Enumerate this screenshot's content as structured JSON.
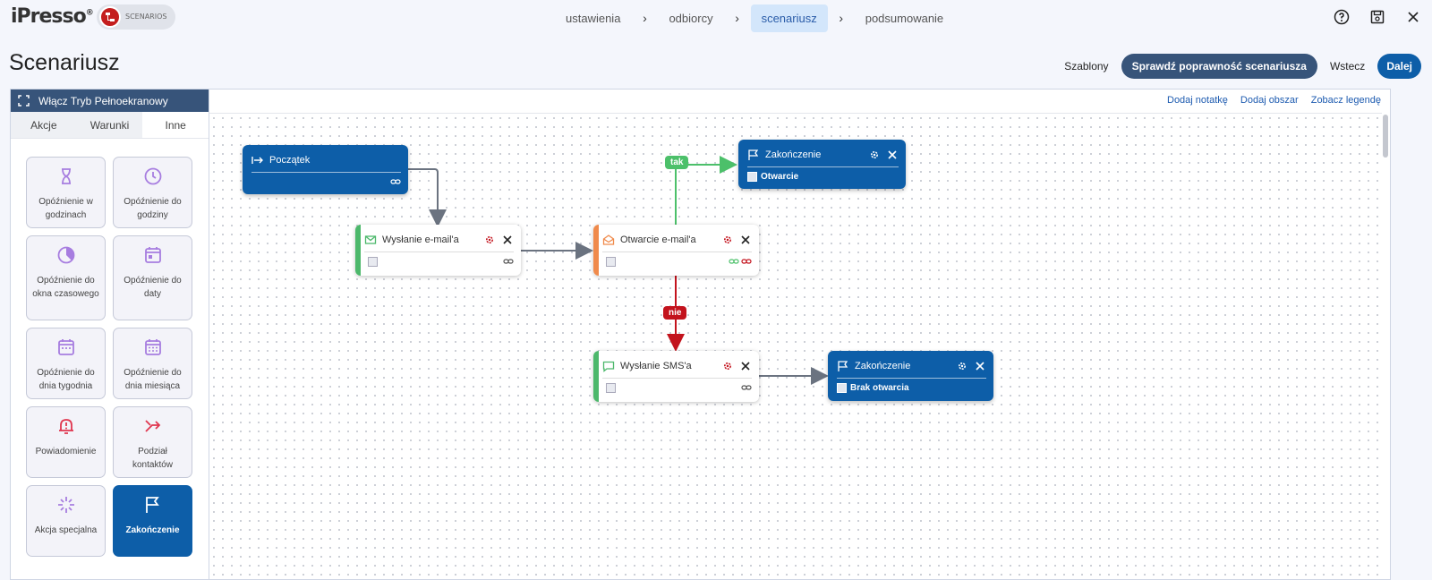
{
  "app": {
    "logo": "iPresso",
    "module_label": "SCENARIOS"
  },
  "steps": [
    "ustawienia",
    "odbiorcy",
    "scenariusz",
    "podsumowanie"
  ],
  "active_step": "scenariusz",
  "page": {
    "title": "Scenariusz",
    "actions": {
      "templates": "Szablony",
      "validate": "Sprawdź poprawność scenariusza",
      "back": "Wstecz",
      "next": "Dalej"
    }
  },
  "panel": {
    "fullscreen_label": "Włącz Tryb Pełnoekranowy",
    "tabs": [
      "Akcje",
      "Warunki",
      "Inne"
    ],
    "active_tab": "Inne",
    "tiles": [
      {
        "label": "Opóźnienie w godzinach",
        "icon": "hourglass-icon"
      },
      {
        "label": "Opóźnienie do godziny",
        "icon": "clock-icon"
      },
      {
        "label": "Opóźnienie do okna czasowego",
        "icon": "time-window-icon"
      },
      {
        "label": "Opóźnienie do daty",
        "icon": "calendar-date-icon"
      },
      {
        "label": "Opóźnienie do dnia tygodnia",
        "icon": "calendar-week-icon"
      },
      {
        "label": "Opóźnienie do dnia miesiąca",
        "icon": "calendar-month-icon"
      },
      {
        "label": "Powiadomienie",
        "icon": "bell-alert-icon"
      },
      {
        "label": "Podział kontaktów",
        "icon": "split-arrows-icon"
      },
      {
        "label": "Akcja specjalna",
        "icon": "sparkle-icon"
      },
      {
        "label": "Zakończenie",
        "icon": "flag-icon"
      }
    ]
  },
  "canvas": {
    "links": {
      "add_note": "Dodaj notatkę",
      "add_area": "Dodaj obszar",
      "legend": "Zobacz legendę"
    },
    "nodes": {
      "start": {
        "title": "Początek"
      },
      "end_open": {
        "title": "Zakończenie",
        "label": "Otwarcie"
      },
      "email_send": {
        "title": "Wysłanie e-mail'a"
      },
      "email_open": {
        "title": "Otwarcie e-mail'a"
      },
      "sms_send": {
        "title": "Wysłanie SMS'a"
      },
      "end_noopen": {
        "title": "Zakończenie",
        "label": "Brak otwarcia"
      }
    },
    "branch_labels": {
      "yes": "tak",
      "no": "nie"
    }
  },
  "colors": {
    "brand_blue": "#0d5ea8",
    "dark_blue": "#37547a",
    "email_green": "#4cb86b",
    "condition_orange": "#f08a4b",
    "yes_green": "#4cc06a",
    "no_red": "#c3131d",
    "connector_grey": "#6b7380"
  }
}
